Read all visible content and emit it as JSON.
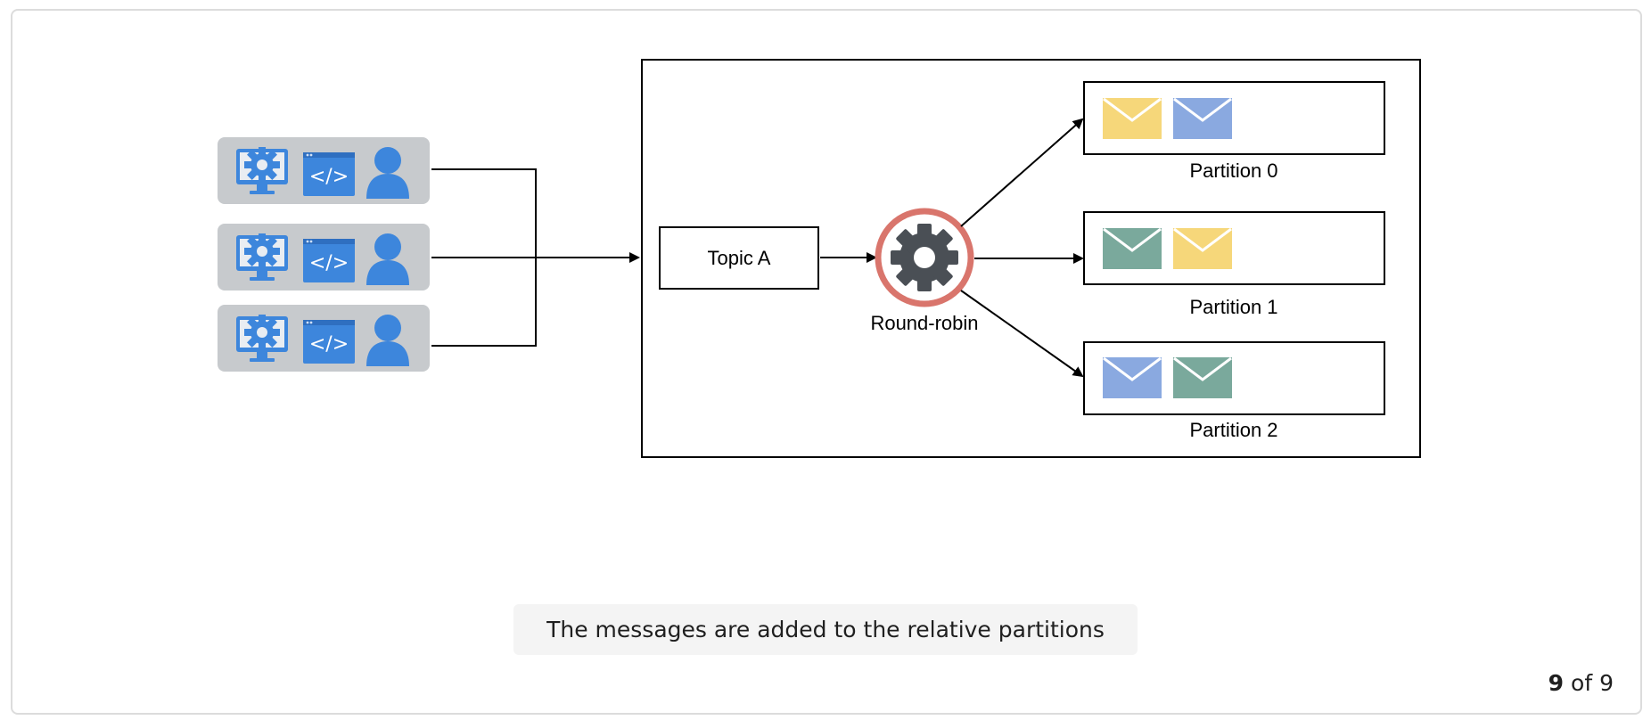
{
  "diagram": {
    "topic_label": "Topic A",
    "router_label": "Round-robin",
    "partitions": [
      {
        "label": "Partition 0",
        "messages": [
          "#f6d77a",
          "#8aa9e0"
        ]
      },
      {
        "label": "Partition 1",
        "messages": [
          "#7aa99c",
          "#f6d77a"
        ]
      },
      {
        "label": "Partition 2",
        "messages": [
          "#8aa9e0",
          "#7aa99c"
        ]
      }
    ],
    "producers": [
      {
        "icons": [
          "monitor-gear-icon",
          "code-window-icon",
          "user-icon"
        ]
      },
      {
        "icons": [
          "monitor-gear-icon",
          "code-window-icon",
          "user-icon"
        ]
      },
      {
        "icons": [
          "monitor-gear-icon",
          "code-window-icon",
          "user-icon"
        ]
      }
    ],
    "code_glyph": "</>"
  },
  "caption": "The messages are added to the relative partitions",
  "pager": {
    "current": "9",
    "separator": "of",
    "total": "9"
  },
  "colors": {
    "producer_bg": "#c7cacd",
    "icon_blue": "#3d86dc",
    "gear_dark": "#4a4f55",
    "router_ring": "#d9756c"
  }
}
